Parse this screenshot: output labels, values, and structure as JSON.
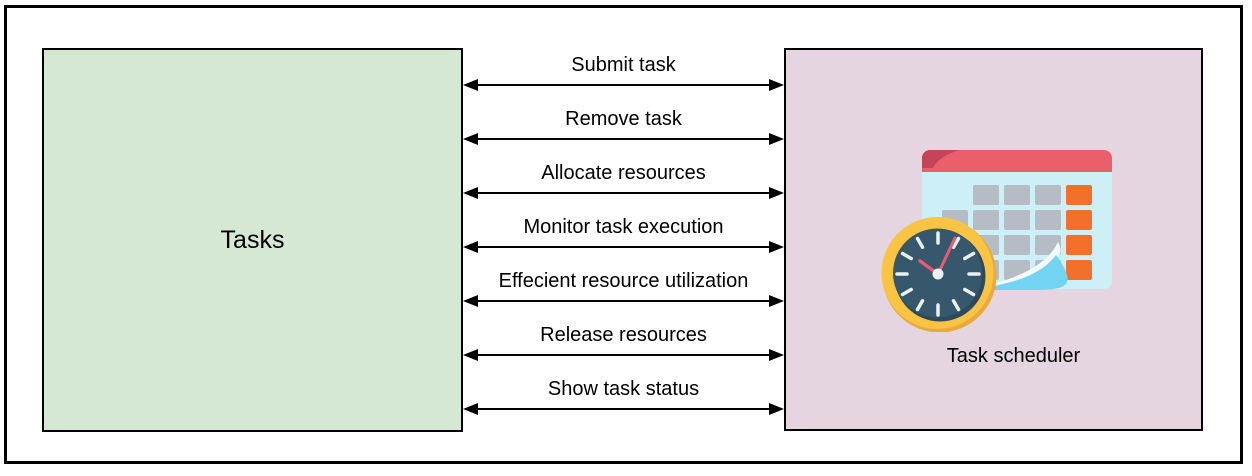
{
  "diagram": {
    "left_box": {
      "label": "Tasks"
    },
    "right_box": {
      "label": "Task scheduler",
      "icon": "calendar-clock"
    },
    "links": [
      {
        "label": "Submit task"
      },
      {
        "label": "Remove task"
      },
      {
        "label": "Allocate resources"
      },
      {
        "label": "Monitor task execution"
      },
      {
        "label": "Effecient resource utilization"
      },
      {
        "label": "Release resources"
      },
      {
        "label": "Show task status"
      }
    ],
    "colors": {
      "frame_border": "#000000",
      "left_box_fill": "#d5e8d4",
      "right_box_fill": "#e4d5e1",
      "box_border": "#000000",
      "arrow": "#000000",
      "calendar_body": "#cdeff8",
      "calendar_header": "#e9606c",
      "calendar_header_dark": "#c64458",
      "calendar_cell_gray": "#b6bcc3",
      "calendar_cell_orange": "#f2702a",
      "curl_fill": "#72d4f0",
      "curl_underside": "#f3fbfe",
      "curl_shadow": "#9c3f31",
      "clock_ring": "#f9c443",
      "clock_ring_shadow": "#e9a93b",
      "clock_face": "#36576c",
      "clock_face_shadow": "#2d4a5d",
      "clock_tick": "#e9f1f1",
      "clock_hand": "#ea5a70",
      "clock_center": "#ecf1f2"
    }
  }
}
